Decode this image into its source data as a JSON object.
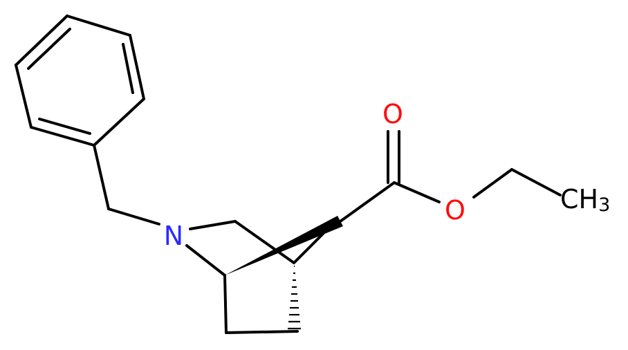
{
  "molecule": {
    "atoms": {
      "nitrogen": {
        "symbol": "N",
        "color": "#2a2aff"
      },
      "carbonyl_oxygen": {
        "symbol": "O",
        "color": "#ff0d0d"
      },
      "ester_oxygen": {
        "symbol": "O",
        "color": "#ff0d0d"
      },
      "methyl": {
        "symbol": "CH",
        "subscript": "3",
        "color": "#000000"
      }
    }
  }
}
